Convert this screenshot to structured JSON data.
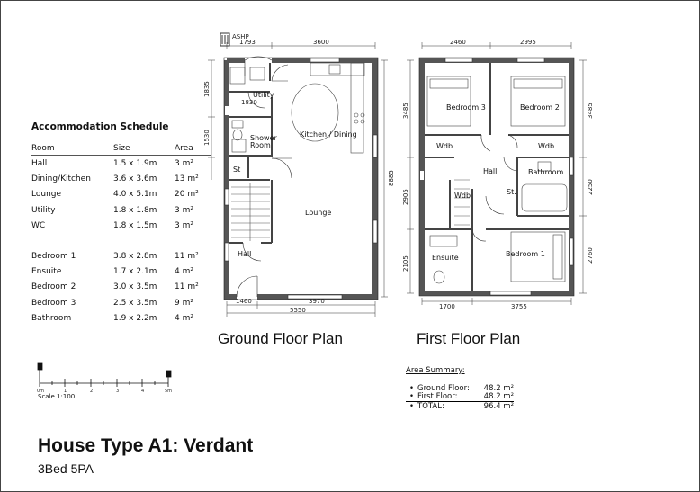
{
  "schedule": {
    "title": "Accommodation Schedule",
    "headers": [
      "Room",
      "Size",
      "Area"
    ],
    "rows": [
      [
        "Hall",
        "1.5 x 1.9m",
        "3 m²"
      ],
      [
        "Dining/Kitchen",
        "3.6 x 3.6m",
        "13 m²"
      ],
      [
        "Lounge",
        "4.0 x 5.1m",
        "20 m²"
      ],
      [
        "Utility",
        "1.8 x 1.8m",
        "3 m²"
      ],
      [
        "WC",
        "1.8 x 1.5m",
        "3 m²"
      ],
      [
        "Bedroom 1",
        "3.8 x 2.8m",
        "11 m²"
      ],
      [
        "Ensuite",
        "1.7 x 2.1m",
        "4 m²"
      ],
      [
        "Bedroom 2",
        "3.0 x 3.5m",
        "11 m²"
      ],
      [
        "Bedroom 3",
        "2.5 x 3.5m",
        "9 m²"
      ],
      [
        "Bathroom",
        "1.9 x 2.2m",
        "4 m²"
      ]
    ]
  },
  "ground_plan": {
    "title": "Ground Floor Plan",
    "ashp": "ASHP",
    "rooms": {
      "utility": "Utility",
      "shower": "Shower",
      "shower2": "Room",
      "kitchen": "Kitchen / Dining",
      "store": "St",
      "lounge": "Lounge",
      "hall": "Hall"
    },
    "dims": {
      "top1": "1793",
      "top2": "3600",
      "left1": "1835",
      "left_mid": "1830",
      "left2": "1530",
      "right": "8885",
      "bottom1": "3970",
      "bottom2": "1460",
      "bottom3": "5550"
    }
  },
  "first_plan": {
    "title": "First Floor Plan",
    "rooms": {
      "bed3": "Bedroom 3",
      "bed2": "Bedroom 2",
      "wdb1": "Wdb",
      "wdb2": "Wdb",
      "wdb3": "Wdb",
      "hall": "Hall",
      "bath": "Bathroom",
      "store": "St.",
      "ensuite": "Ensuite",
      "bed1": "Bedroom 1"
    },
    "dims": {
      "top1": "2460",
      "top2": "2995",
      "left1": "3485",
      "left2": "2905",
      "left3": "2105",
      "right1": "3485",
      "right2": "2250",
      "right3": "2760",
      "bottom1": "1700",
      "bottom2": "3755"
    }
  },
  "area_summary": {
    "title": "Area Summary:",
    "rows": [
      {
        "label": "Ground Floor:",
        "value": "48.2 m²"
      },
      {
        "label": "First Floor:",
        "value": "48.2 m²"
      },
      {
        "label": "TOTAL:",
        "value": "96.4 m²"
      }
    ]
  },
  "scale": {
    "ticks": [
      "0m",
      "1",
      "2",
      "3",
      "4",
      "5m"
    ],
    "label": "Scale 1:100"
  },
  "house": {
    "title": "House Type A1: Verdant",
    "subtitle": "3Bed 5PA"
  }
}
